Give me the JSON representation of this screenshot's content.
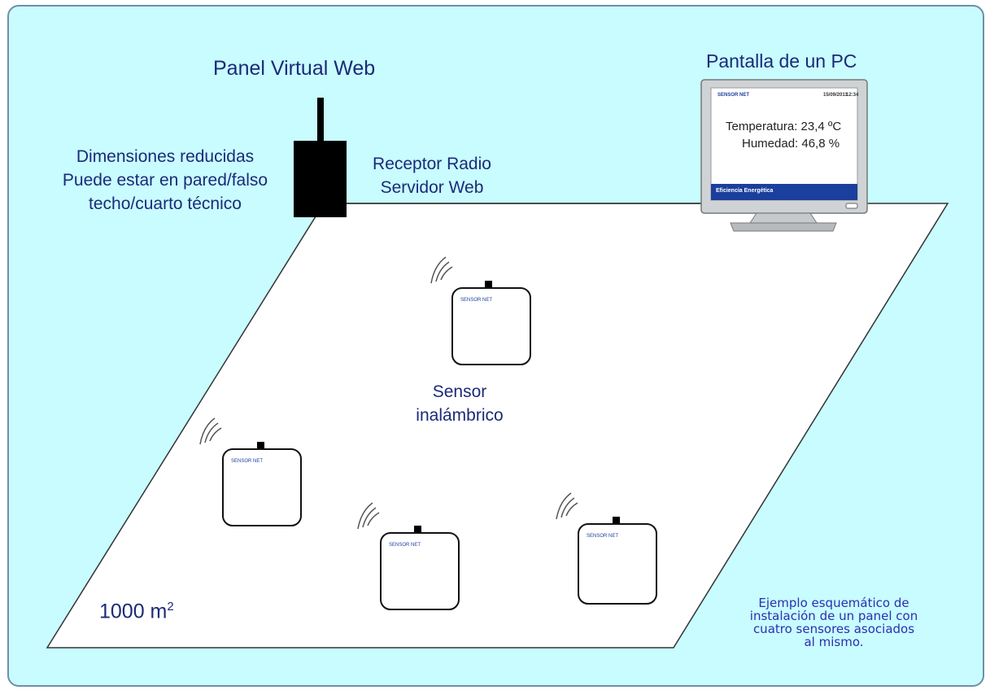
{
  "labels": {
    "panel_title": "Panel Virtual Web",
    "panel_desc": [
      "Dimensiones reducidas",
      "Puede estar en pared/falso",
      "techo/cuarto técnico"
    ],
    "receiver": [
      "Receptor Radio",
      "Servidor Web"
    ],
    "pc_title": "Pantalla de un PC",
    "sensor": [
      "Sensor",
      "inalámbrico"
    ],
    "area_value": "1000 m",
    "area_exp": "2",
    "caption": [
      "Ejemplo esquemático de",
      "instalación de un panel con",
      "cuatro sensores asociados",
      "al mismo."
    ]
  },
  "pc_screen": {
    "brand": "SENSOR NET",
    "date": "15/09/2011",
    "time": "12:34",
    "temperature": "Temperatura: 23,4 ºC",
    "humidity": "Humedad: 46,8 %",
    "footer_title": "Eficiencia Energética"
  },
  "sensor_device_brand": "SENSOR NET",
  "colors": {
    "background": "#c8fcff",
    "label_text": "#1c2a78",
    "caption_text": "#2b2fb0",
    "floor": "#ffffff",
    "panel_box": "#000000",
    "pc_bar": "#1b3f9c"
  }
}
